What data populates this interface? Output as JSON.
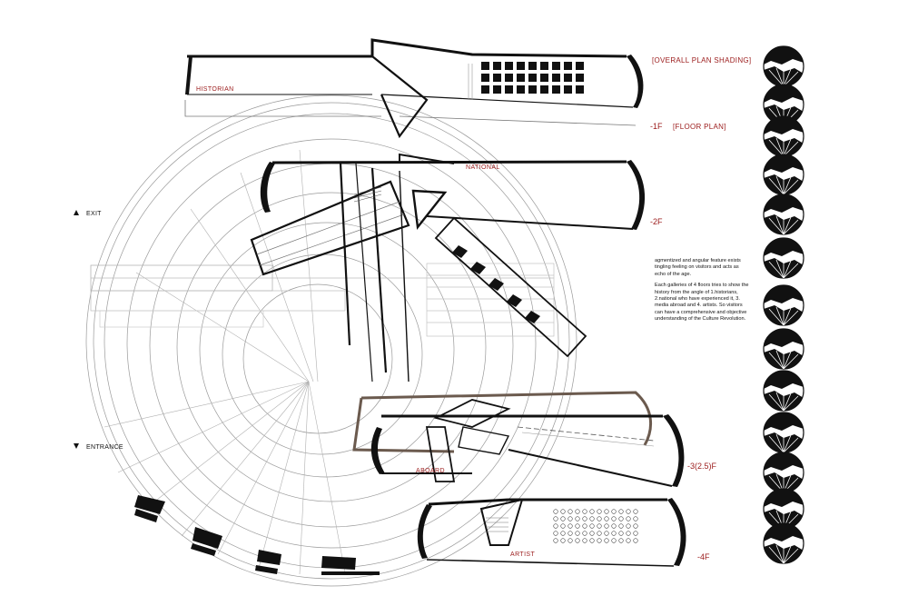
{
  "headings": {
    "overall": "[OVERALL PLAN SHADING]",
    "floor_plan": "[FLOOR PLAN]"
  },
  "floors": {
    "f1": "-1F",
    "f2": "-2F",
    "f3": "-3(2.5)F",
    "f4": "-4F"
  },
  "gallery_labels": {
    "historian": "HISTORIAN",
    "national": "NATIONAL",
    "aboard": "ABOARD",
    "artist": "ARTIST"
  },
  "markers": {
    "exit": "EXIT",
    "entrance": "ENTRANCE"
  },
  "description": {
    "p1": "agmentized and angular feature exists tingling feeling on visitors and acts as echo of the age.",
    "p2": "Each galleries of 4 floors tries to show the history from the angle of 1.historians, 2.national who have experienced it, 3. media abroad and 4. artists. So visitors can have a comprehensive and objective understanding of the Culture Revolution."
  },
  "shading_study": {
    "count": 13
  }
}
